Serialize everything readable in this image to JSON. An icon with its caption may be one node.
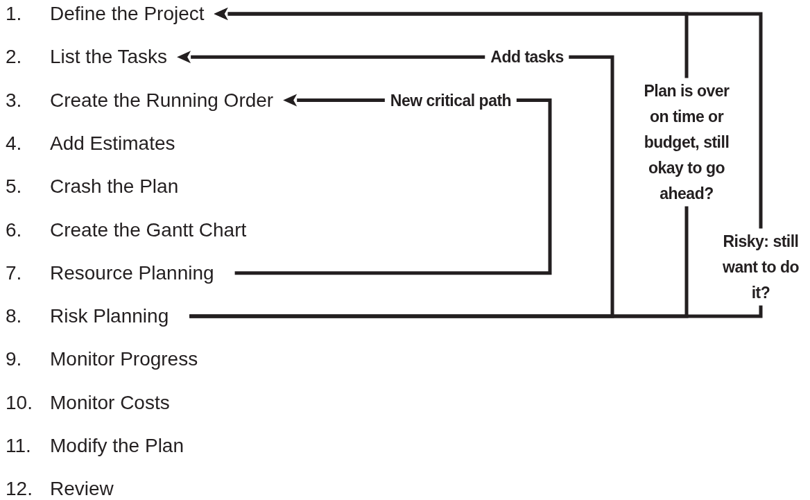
{
  "diagram": {
    "nodes": [
      {
        "text": [
          "1.",
          "Define the Project"
        ]
      },
      {
        "text": [
          "2.",
          "List the Tasks"
        ]
      },
      {
        "text": [
          "3.",
          "Create the Running Order"
        ]
      },
      {
        "text": [
          "4.",
          "Add Estimates"
        ]
      },
      {
        "text": [
          "5.",
          "Crash the Plan"
        ]
      },
      {
        "text": [
          "6.",
          "Create the Gantt Chart"
        ]
      },
      {
        "text": [
          "7.",
          "Resource Planning"
        ]
      },
      {
        "text": [
          "8.",
          "Risk Planning"
        ]
      },
      {
        "text": [
          "9.",
          "Monitor Progress"
        ]
      },
      {
        "text": [
          "10.",
          "Monitor Costs"
        ]
      },
      {
        "text": [
          "11.",
          "Modify the Plan"
        ]
      },
      {
        "text": [
          "12.",
          "Review"
        ]
      }
    ],
    "edges": [
      {
        "from": 6,
        "to": 2,
        "arrow": "to",
        "label": "New critical path"
      },
      {
        "from": 7,
        "to": 1,
        "arrow": "to",
        "label": "Add tasks"
      },
      {
        "from": 7,
        "to": 0,
        "arrow": "to",
        "label": "Plan is over on time or budget, still okay to go ahead?"
      },
      {
        "from": 7,
        "to": 0,
        "arrow": "to",
        "label": "Risky: still want to do it?"
      }
    ]
  }
}
